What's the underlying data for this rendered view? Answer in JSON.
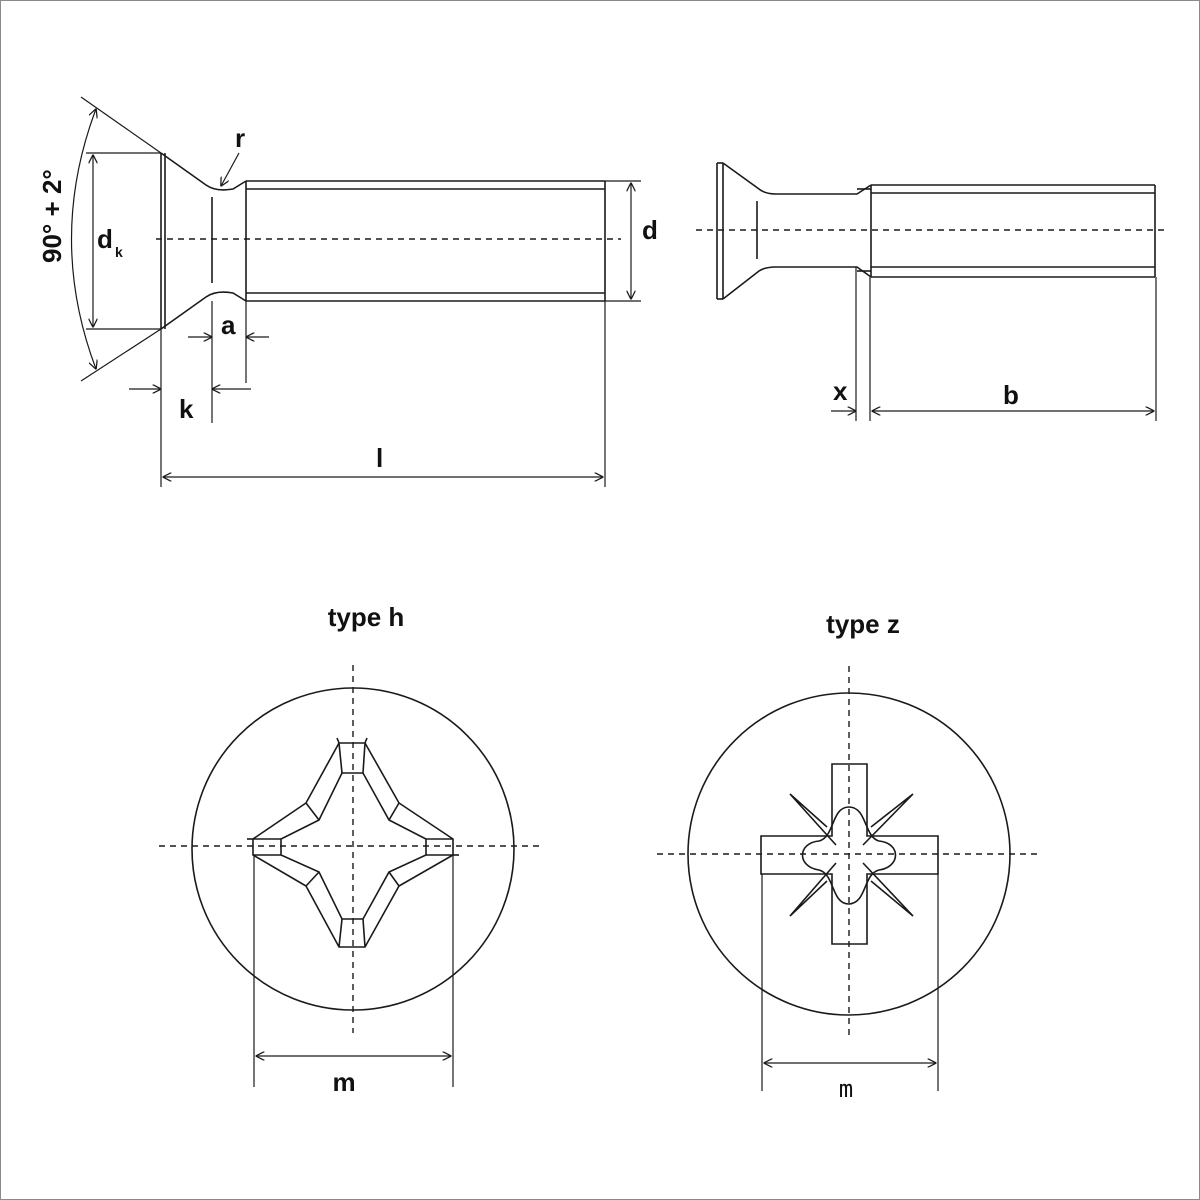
{
  "side_view": {
    "angle_label": "90° + 2°",
    "dk_label": "d",
    "dk_sub": "k",
    "r_label": "r",
    "d_label": "d",
    "a_label": "a",
    "k_label": "k",
    "l_label": "l"
  },
  "thread_view": {
    "x_label": "x",
    "b_label": "b"
  },
  "type_h": {
    "title": "type h",
    "m_label": "m"
  },
  "type_z": {
    "title": "type z",
    "m_label": "m"
  }
}
